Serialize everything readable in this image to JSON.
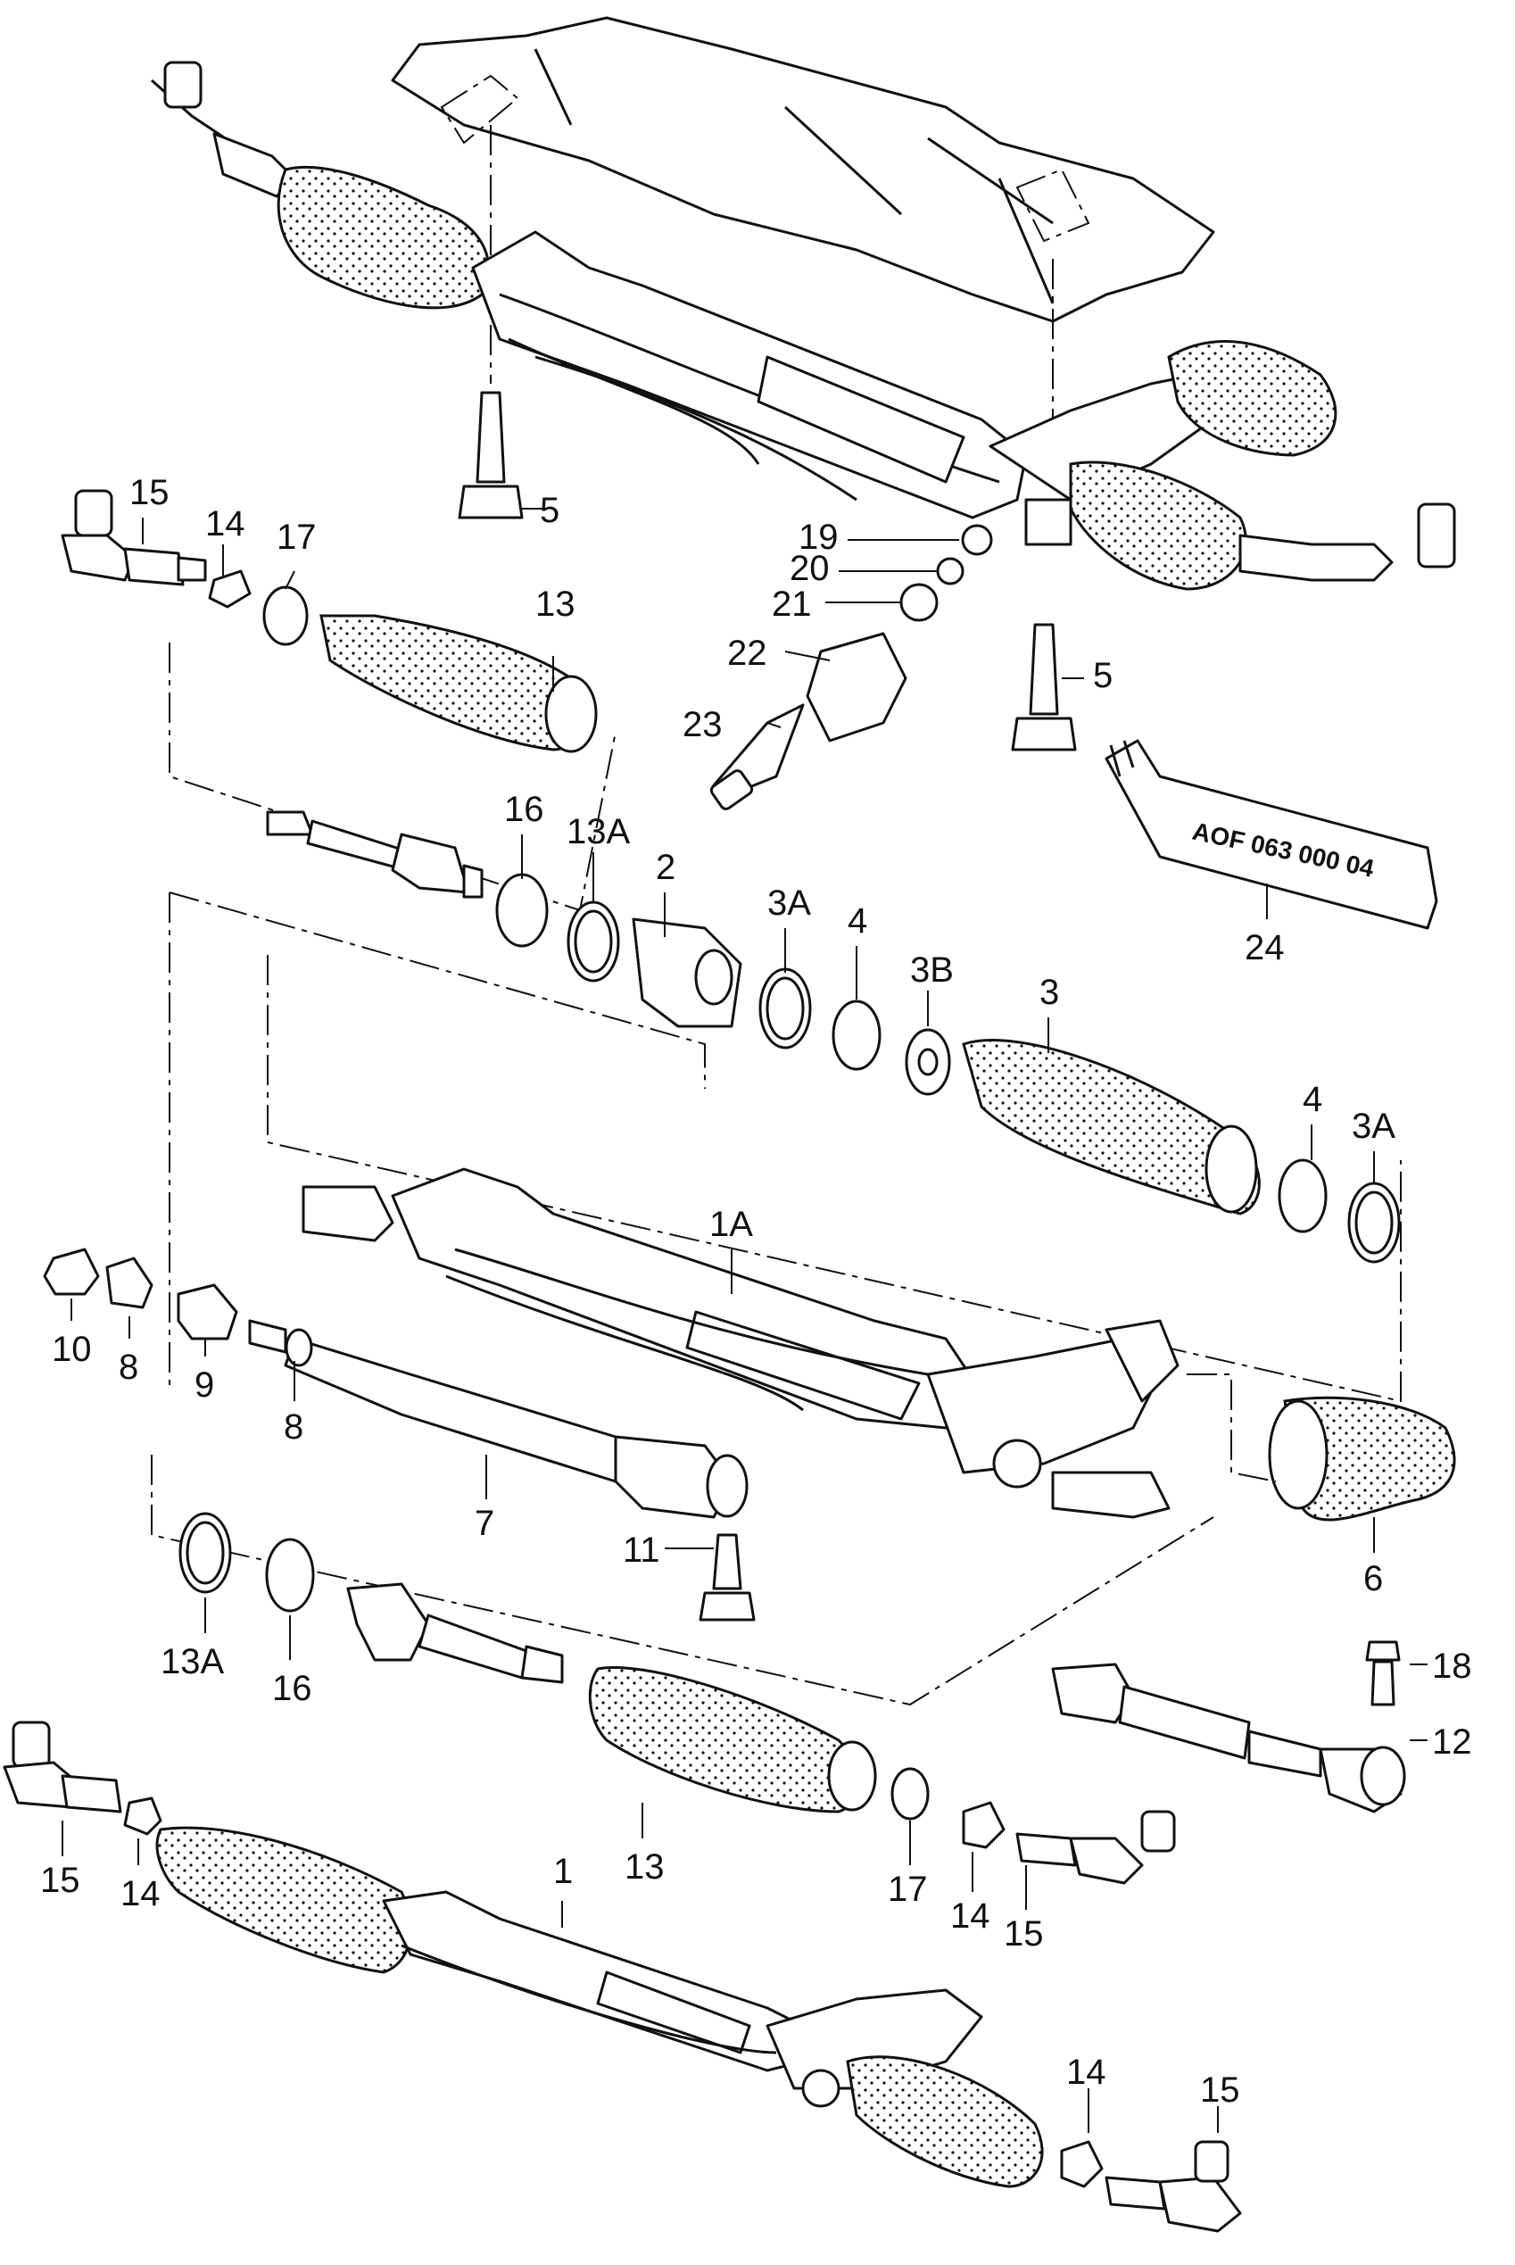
{
  "diagram": {
    "tube_text": "AOF 063 000 04",
    "labels": [
      {
        "id": "L5a",
        "text": "5"
      },
      {
        "id": "L15a",
        "text": "15"
      },
      {
        "id": "L14a",
        "text": "14"
      },
      {
        "id": "L17a",
        "text": "17"
      },
      {
        "id": "L13a",
        "text": "13"
      },
      {
        "id": "L19",
        "text": "19"
      },
      {
        "id": "L20",
        "text": "20"
      },
      {
        "id": "L21",
        "text": "21"
      },
      {
        "id": "L22",
        "text": "22"
      },
      {
        "id": "L23",
        "text": "23"
      },
      {
        "id": "L5b",
        "text": "5"
      },
      {
        "id": "L24",
        "text": "24"
      },
      {
        "id": "L16a",
        "text": "16"
      },
      {
        "id": "L13Aa",
        "text": "13A"
      },
      {
        "id": "L2",
        "text": "2"
      },
      {
        "id": "L3Aa",
        "text": "3A"
      },
      {
        "id": "L4a",
        "text": "4"
      },
      {
        "id": "L3B",
        "text": "3B"
      },
      {
        "id": "L3",
        "text": "3"
      },
      {
        "id": "L4b",
        "text": "4"
      },
      {
        "id": "L3Ab",
        "text": "3A"
      },
      {
        "id": "L1A",
        "text": "1A"
      },
      {
        "id": "L10",
        "text": "10"
      },
      {
        "id": "L8a",
        "text": "8"
      },
      {
        "id": "L9",
        "text": "9"
      },
      {
        "id": "L8b",
        "text": "8"
      },
      {
        "id": "L7",
        "text": "7"
      },
      {
        "id": "L11",
        "text": "11"
      },
      {
        "id": "L6",
        "text": "6"
      },
      {
        "id": "L13Ab",
        "text": "13A"
      },
      {
        "id": "L16b",
        "text": "16"
      },
      {
        "id": "L18",
        "text": "18"
      },
      {
        "id": "L12",
        "text": "12"
      },
      {
        "id": "L13b",
        "text": "13"
      },
      {
        "id": "L15b",
        "text": "15"
      },
      {
        "id": "L14b",
        "text": "14"
      },
      {
        "id": "L1",
        "text": "1"
      },
      {
        "id": "L17b",
        "text": "17"
      },
      {
        "id": "L14c",
        "text": "14"
      },
      {
        "id": "L15c",
        "text": "15"
      },
      {
        "id": "L14d",
        "text": "14"
      },
      {
        "id": "L15d",
        "text": "15"
      }
    ]
  }
}
